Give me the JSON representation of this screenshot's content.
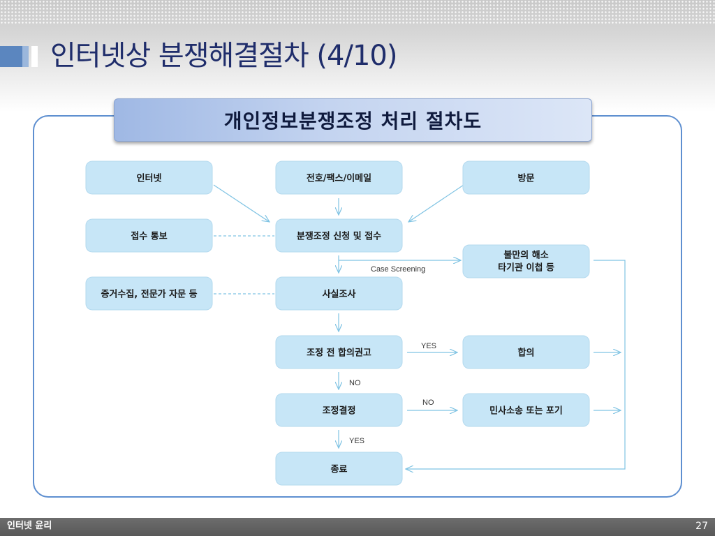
{
  "slide": {
    "title": "인터넷상 분쟁해결절차 (4/10)",
    "subtitle": "개인정보분쟁조정 처리 절차도",
    "footer_left": "인터넷 윤리",
    "page_number": "27"
  },
  "diagram": {
    "nodes": [
      {
        "id": "internet",
        "label": "인터넷"
      },
      {
        "id": "phone",
        "label": "전호/팩스/이메일"
      },
      {
        "id": "visit",
        "label": "방문"
      },
      {
        "id": "notice",
        "label": "접수 통보"
      },
      {
        "id": "apply",
        "label": "분쟁조정 신청 및 접수"
      },
      {
        "id": "complaint",
        "label": "불만의 해소",
        "label2": "타기관 이첩 등"
      },
      {
        "id": "evidence",
        "label": "증거수집, 전문가 자문 등"
      },
      {
        "id": "fact",
        "label": "사실조사"
      },
      {
        "id": "recommend",
        "label": "조정 전 합의권고"
      },
      {
        "id": "agree",
        "label": "합의"
      },
      {
        "id": "decision",
        "label": "조정결정"
      },
      {
        "id": "lawsuit",
        "label": "민사소송 또는 포기"
      },
      {
        "id": "end",
        "label": "종료"
      }
    ],
    "edge_labels": {
      "screening": "Case Screening",
      "yes1": "YES",
      "no1": "NO",
      "no2": "NO",
      "yes2": "YES"
    }
  },
  "colors": {
    "node_fill": "#c7e6f7",
    "arrow": "#7fc3e3",
    "title_text": "#1f2d6b",
    "panel_border": "#5e8fd0"
  }
}
